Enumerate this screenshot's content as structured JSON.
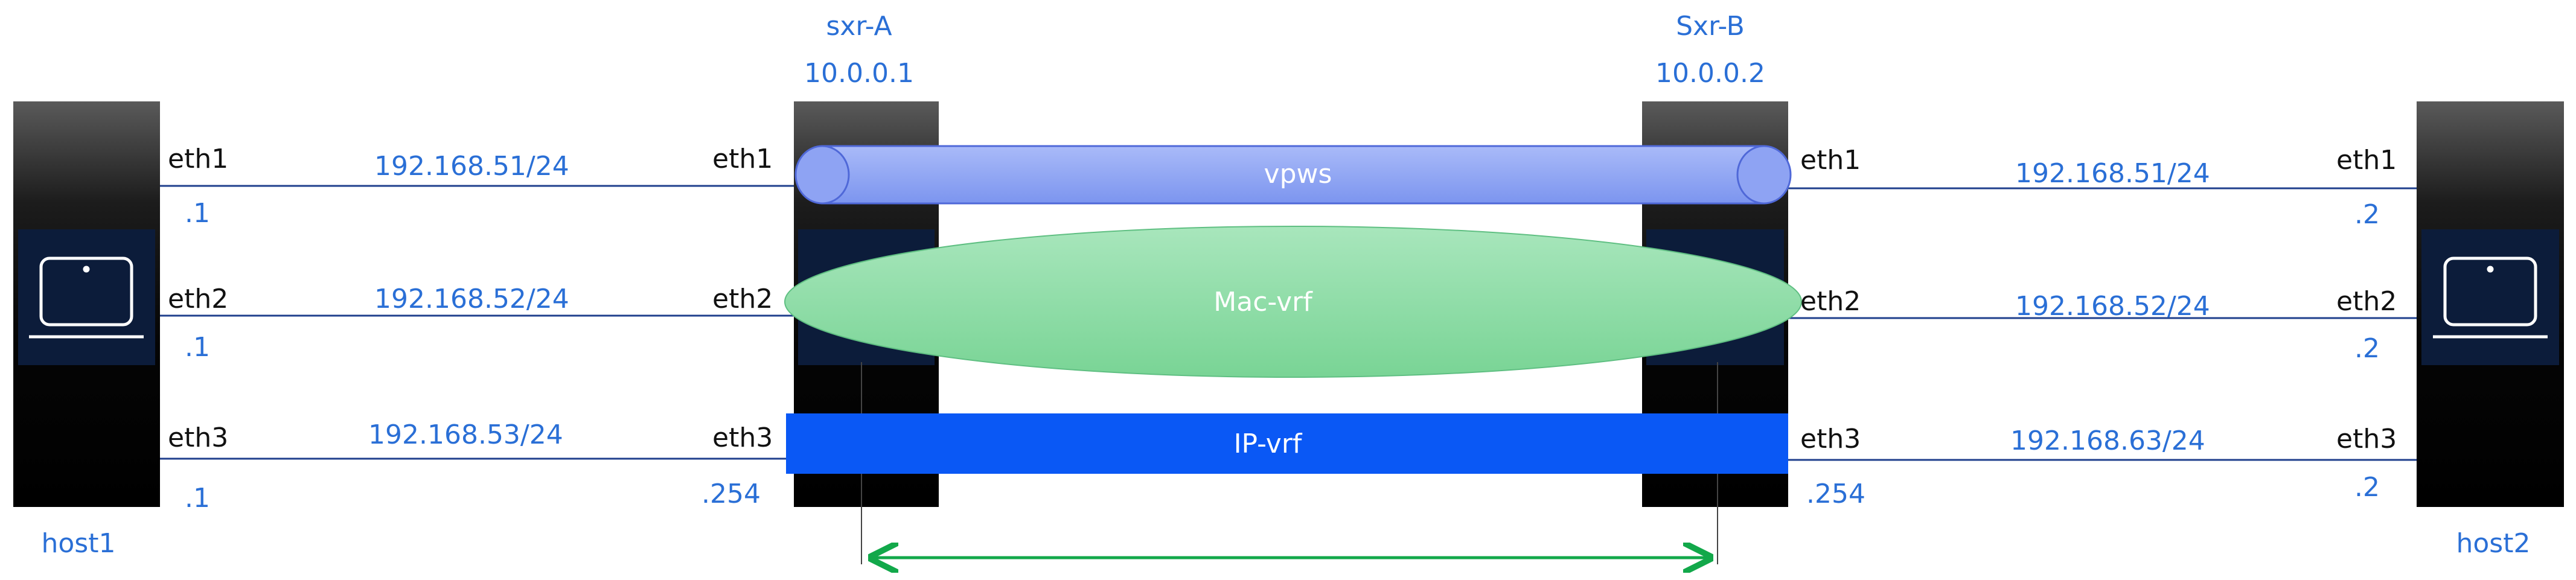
{
  "routers": {
    "a": {
      "name": "sxr-A",
      "ip": "10.0.0.1"
    },
    "b": {
      "name": "Sxr-B",
      "ip": "10.0.0.2"
    }
  },
  "hosts": {
    "h1": {
      "name": "host1"
    },
    "h2": {
      "name": "host2"
    }
  },
  "left_links": [
    {
      "host_if": "eth1",
      "subnet": "192.168.51/24",
      "host_addr": ".1",
      "router_if": "eth1"
    },
    {
      "host_if": "eth2",
      "subnet": "192.168.52/24",
      "host_addr": ".1",
      "router_if": "eth2"
    },
    {
      "host_if": "eth3",
      "subnet": "192.168.53/24",
      "host_addr": ".1",
      "router_if": "eth3",
      "router_addr": ".254"
    }
  ],
  "right_links": [
    {
      "router_if": "eth1",
      "subnet": "192.168.51/24",
      "host_addr": ".2",
      "host_if": "eth1"
    },
    {
      "router_if": "eth2",
      "subnet": "192.168.52/24",
      "host_addr": ".2",
      "host_if": "eth2"
    },
    {
      "router_if": "eth3",
      "subnet": "192.168.63/24",
      "host_addr": ".2",
      "host_if": "eth3",
      "router_addr": ".254"
    }
  ],
  "services": {
    "vpws": "vpws",
    "mac_vrf": "Mac-vrf",
    "ip_vrf": "IP-vrf"
  },
  "colors": {
    "label_blue": "#2a6fd6",
    "vpws_fill": "#8fa6f5",
    "mac_vrf_fill": "#8ddba6",
    "ip_vrf_fill": "#0a58f5",
    "arrow_green": "#12a84a"
  }
}
